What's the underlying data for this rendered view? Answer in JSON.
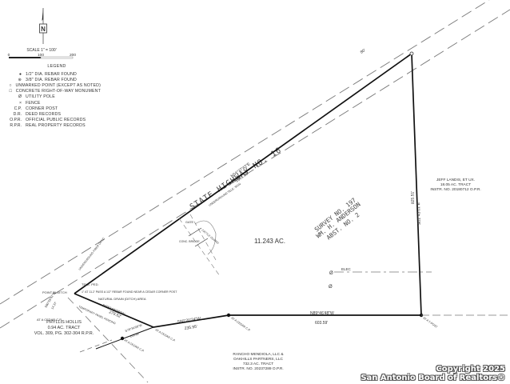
{
  "north_arrow": {
    "label": "N"
  },
  "scale": {
    "text": "SCALE    1\" = 100'",
    "ticks": [
      "0",
      "100",
      "200"
    ]
  },
  "legend": {
    "title": "LEGEND",
    "items": [
      {
        "symbol": "●",
        "label": "1/2\" DIA. REBAR FOUND"
      },
      {
        "symbol": "⊛",
        "label": "3/8\" DIA. REBAR FOUND"
      },
      {
        "symbol": "○",
        "label": "UNMARKED POINT (EXCEPT AS NOTED)"
      },
      {
        "symbol": "□",
        "label": "CONCRETE RIGHT-OF-WAY MONUMENT"
      },
      {
        "symbol": "Ø",
        "label": "UTILITY POLE"
      },
      {
        "symbol": "×",
        "label": "FENCE"
      },
      {
        "symbol": "C.P.",
        "label": "CORNER POST"
      },
      {
        "symbol": "D.R.",
        "label": "DEED RECORDS"
      },
      {
        "symbol": "O.P.R.",
        "label": "OFFICIAL PUBLIC RECORDS"
      },
      {
        "symbol": "R.P.R.",
        "label": "REAL PROPERTY RECORDS"
      }
    ]
  },
  "plat": {
    "highway_label": "STATE HIGHWAY NO. 16",
    "survey_label": [
      "SURVEY NO. 197",
      "WM. H. ANDERSON",
      "ABST. NO. 2"
    ],
    "acreage": "11.243 AC.",
    "row_width": "80'",
    "bearings": {
      "north_line": {
        "bearing": "N54°37'43\"E",
        "distance": "1301.56'"
      },
      "east_line": {
        "bearing": "S01°43'01\"E",
        "distance": "825.51'"
      },
      "south_line": {
        "bearing": "N89°46'48\"W",
        "distance": "603.59'"
      },
      "sw_line_1": {
        "bearing": "S80°20'24\"W",
        "distance": "235.95'"
      },
      "sw_line_2": {
        "bearing": "N65°40'26\"W",
        "distance": "279.52'"
      },
      "sw_line_3": {
        "bearing": "S79°34'09\"W",
        "distance": "103.89'"
      },
      "west_line": {
        "bearing": "S60°59'42\"W",
        "distance": "14.37'"
      }
    },
    "annotations": {
      "underground_fiber": "UNDERGROUND FIBER OPTIC",
      "underground_tele": "UNDERGROUND TELE. SIGN",
      "gate": "GATE",
      "cattle_guard": "CATTLE GUARD",
      "concrete_bridge": "CONC. BRIDGE",
      "tele_ped": "TELE. PED.",
      "point_in_ditch": "POINT IN DITCH",
      "pass_note": "1\" AT 11.2' PASS A 1/2\" REBAR FOUND NEAR A CEDAR CORNER POST",
      "natural_drain": "NATURAL DRAIN (DITCH) AREA",
      "temporary_fence": "TEMPORARY PANEL FENCING",
      "elec": "ELEC",
      "cedar_cp_1": "AT A CEDAR C.P.",
      "cedar_cp_2": "AT A CEDAR C.P.",
      "cedar_cp_3": "AT A CEDAR C.P.",
      "cedar_cp_4": "AT A CEDAR C.P.",
      "t_post": "AT A T-POST"
    },
    "adjoiners": {
      "east": [
        "JEFF LANDIS, ET UX.",
        "18.05 AC. TRACT",
        "INSTR. NO. 20180712 O.P.R."
      ],
      "southwest": [
        "PHYLLIS HOLLIS",
        "0.94 AC. TRACT",
        "VOL. 309, PG. 302-304 R.P.R."
      ],
      "south": [
        "RANCHO MENDIOLA, LLC &",
        "OAKHILLS PARTNERS, LLC",
        "732.3 AC. TRACT",
        "INSTR. NO. 20237289 O.P.R."
      ]
    }
  },
  "copyright": {
    "line1": "Copyright 2025",
    "line2": "San Antonio Board of Realtors®"
  }
}
